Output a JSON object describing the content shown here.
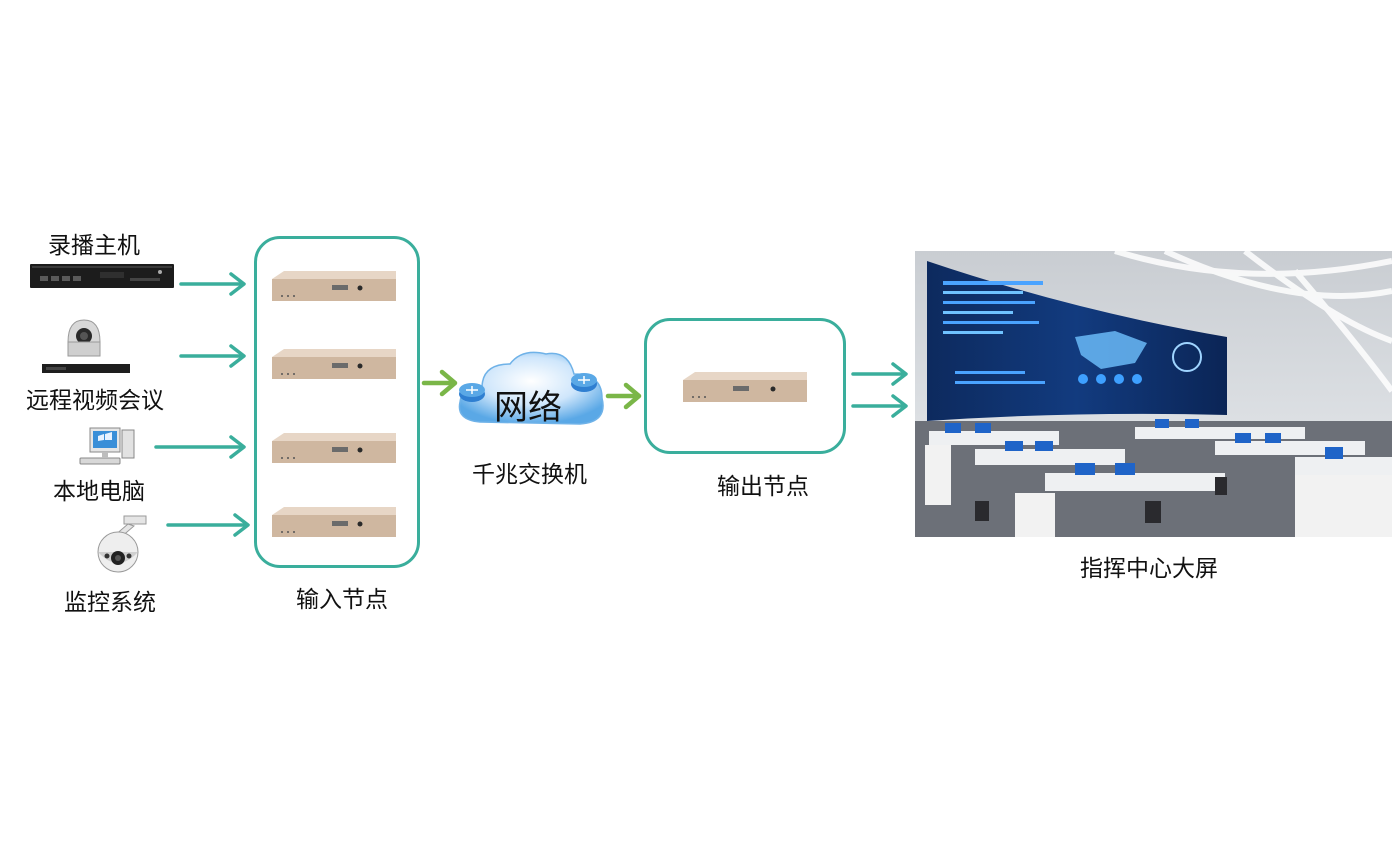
{
  "sources": [
    {
      "label": "录播主机",
      "icon": "recording-host-icon"
    },
    {
      "label": "远程视频会议",
      "icon": "video-conference-camera-icon"
    },
    {
      "label": "本地电脑",
      "icon": "desktop-computer-icon"
    },
    {
      "label": "监控系统",
      "icon": "dome-camera-icon"
    }
  ],
  "input_nodes": {
    "label": "输入节点",
    "device_count": 4
  },
  "network": {
    "cloud_text": "网络",
    "label": "千兆交换机"
  },
  "output_node": {
    "label": "输出节点"
  },
  "display": {
    "label": "指挥中心大屏"
  },
  "colors": {
    "box_border": "#3aae9c",
    "arrow_teal": "#3aae9c",
    "arrow_green": "#7ab648",
    "cloud": "#5aa8e6"
  }
}
